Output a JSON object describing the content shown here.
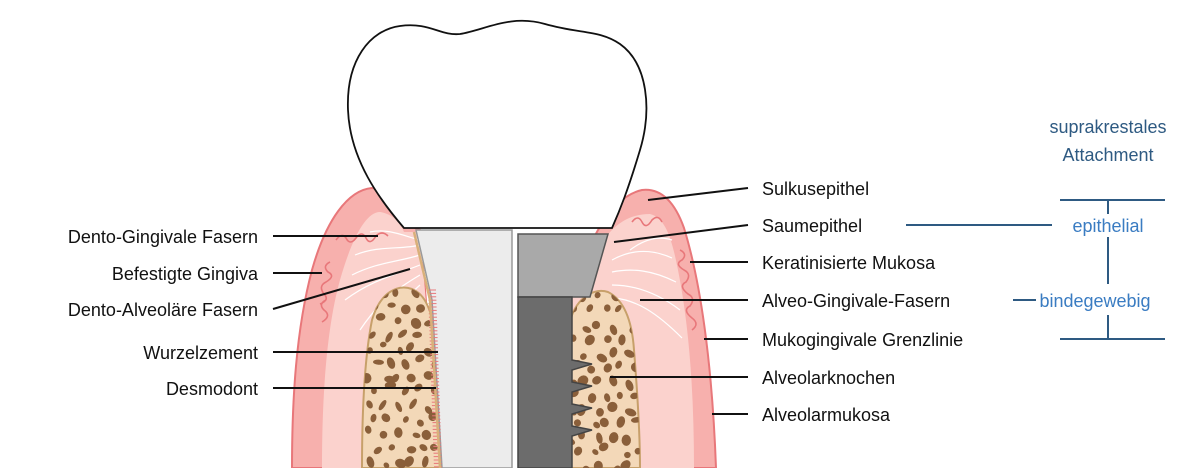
{
  "colors": {
    "gingiva_outer": "#f7b0ad",
    "gingiva_inner": "#fbd2cd",
    "gingiva_stroke": "#e8777a",
    "bone_fill": "#f3d8b8",
    "bone_stroke": "#c7a06a",
    "bone_spots": "#8a5f3a",
    "crown_fill": "#ffffff",
    "root_fill": "#ececec",
    "abutment_fill": "#a9a9a9",
    "implant_fill": "#6c6c6c",
    "label_text": "#111111",
    "category_text": "#3a7cc2",
    "bracket_line": "#2e5a82"
  },
  "left_labels": {
    "dento_gingival": "Dento-Gingivale Fasern",
    "befestigte_gingiva": "Befestigte Gingiva",
    "dento_alveolar": "Dento-Alveoläre Fasern",
    "wurzelzement": "Wurzelzement",
    "desmodont": "Desmodont"
  },
  "right_labels": {
    "sulkusepithel": "Sulkusepithel",
    "saumepithel": "Saumepithel",
    "keratinisierte": "Keratinisierte Mukosa",
    "alveo_gingivale": "Alveo-Gingivale-Fasern",
    "mukogingivale": "Mukogingivale Grenzlinie",
    "alveolarknochen": "Alveolarknochen",
    "alveolarmukosa": "Alveolarmukosa"
  },
  "attachment": {
    "title_line1": "suprakrestales",
    "title_line2": "Attachment",
    "epithelial": "epithelial",
    "bindegewebig": "bindegewebig"
  }
}
